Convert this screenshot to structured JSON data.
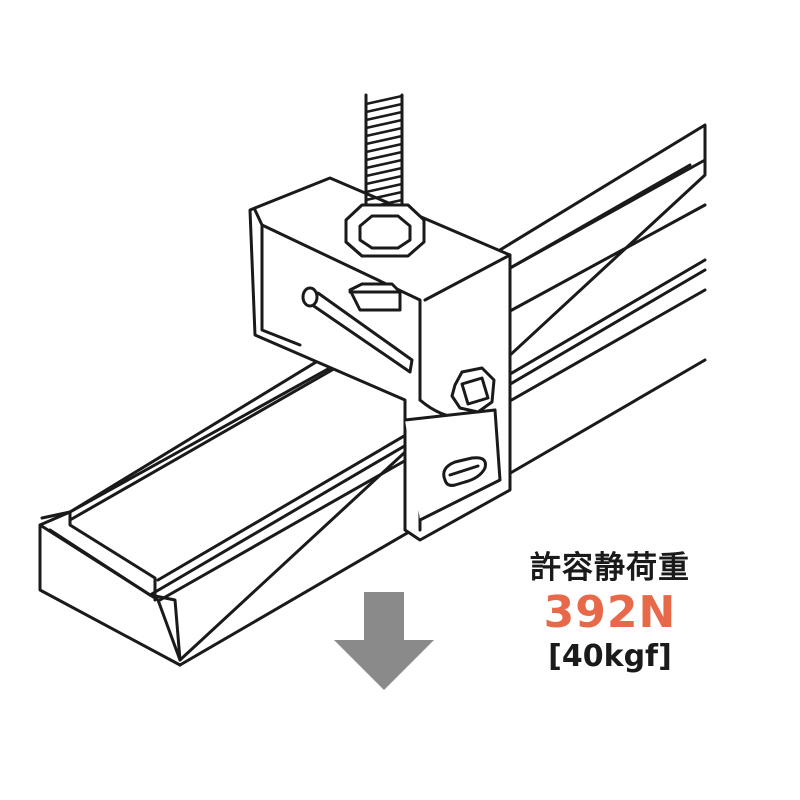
{
  "label": {
    "title": "許容静荷重",
    "value": "392N",
    "alt_value": "[40kgf]"
  },
  "colors": {
    "value": "#e8694a",
    "arrow": "#8a8a8a",
    "line": "#1a1a1a"
  },
  "icons": [
    "down-arrow-icon",
    "hex-nut-icon",
    "hex-bolt-icon"
  ]
}
